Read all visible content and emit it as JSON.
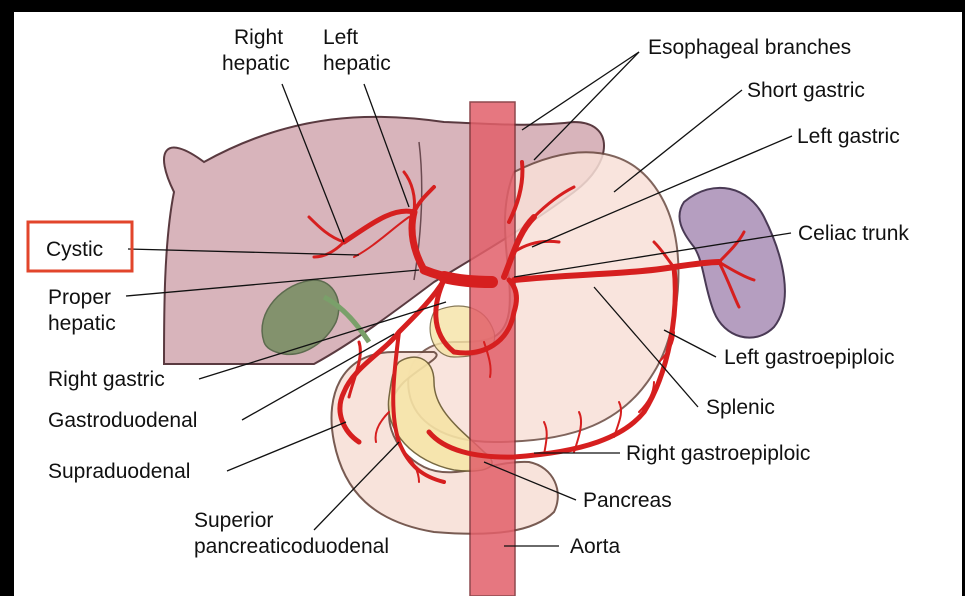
{
  "labels": {
    "right_hepatic": [
      "Right",
      "hepatic"
    ],
    "left_hepatic": [
      "Left",
      "hepatic"
    ],
    "esophageal_branches": "Esophageal branches",
    "short_gastric": "Short gastric",
    "left_gastric": "Left gastric",
    "cystic": "Cystic",
    "celiac_trunk": "Celiac trunk",
    "proper_hepatic": [
      "Proper",
      "hepatic"
    ],
    "left_gastroepiploic": "Left gastroepiploic",
    "right_gastric": "Right gastric",
    "splenic": "Splenic",
    "gastroduodenal": "Gastroduodenal",
    "right_gastroepiploic": "Right gastroepiploic",
    "supraduodenal": "Supraduodenal",
    "pancreas": "Pancreas",
    "superior_pancreaticoduodenal": [
      "Superior",
      "pancreaticoduodenal"
    ],
    "aorta": "Aorta"
  },
  "highlight": {
    "target": "Cystic",
    "color": "#e2452b"
  },
  "colors": {
    "liver": "#d8b4bb",
    "stomach": "#f8e0d8",
    "spleen": "#b59ec0",
    "pancreas": "#f6e3a6",
    "gallbladder": "#6f8a5a",
    "aorta": "#e2606a",
    "artery": "#d61f1f"
  }
}
